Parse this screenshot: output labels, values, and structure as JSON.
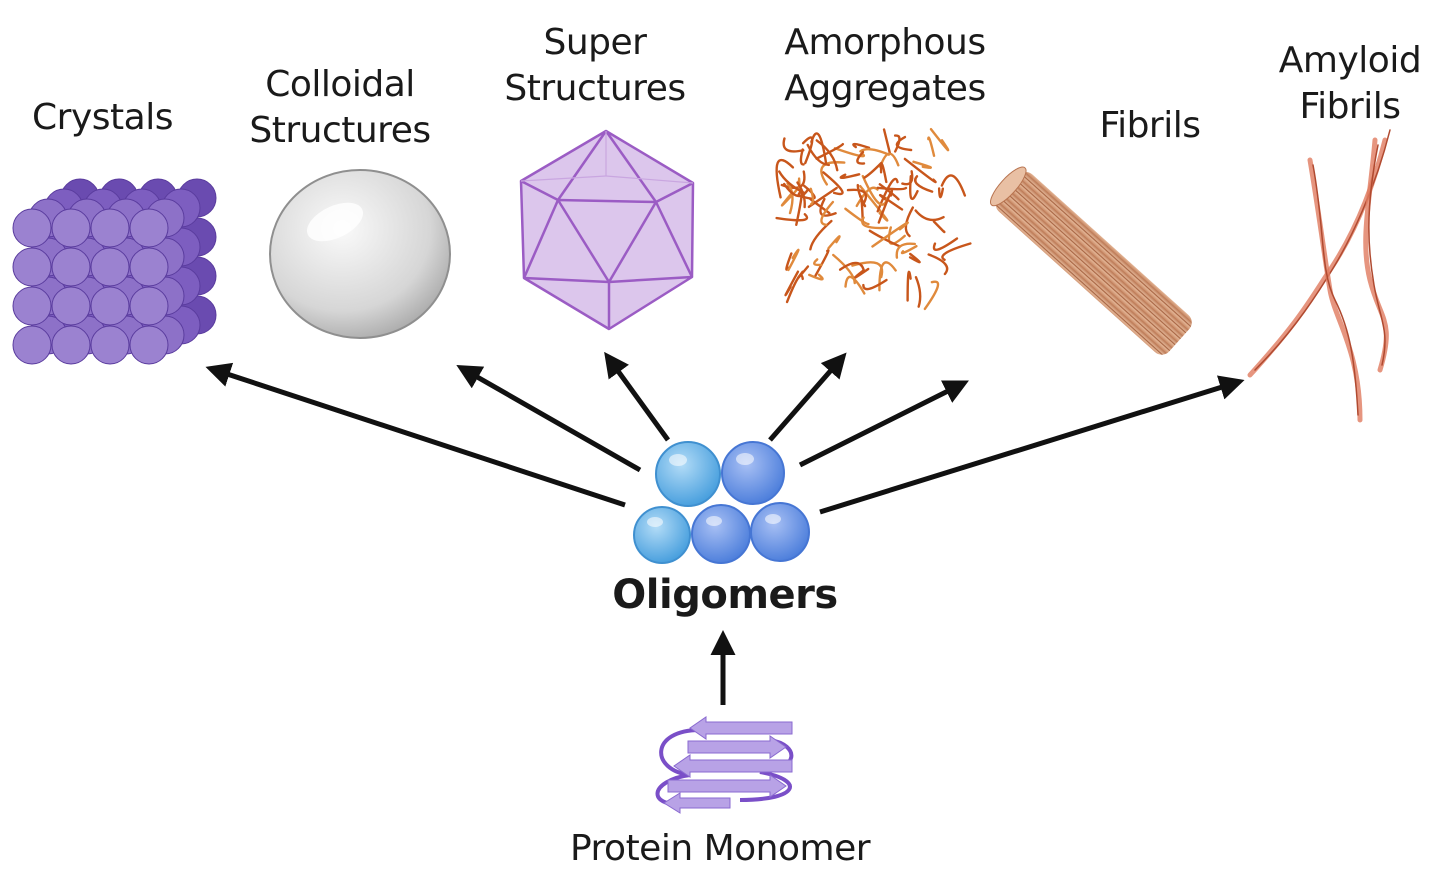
{
  "diagram": {
    "source": {
      "label": "Protein Monomer"
    },
    "hub": {
      "label": "Oligomers"
    },
    "products": [
      {
        "id": "crystals",
        "label_lines": [
          "Crystals"
        ]
      },
      {
        "id": "colloidal",
        "label_lines": [
          "Colloidal",
          "Structures"
        ]
      },
      {
        "id": "super",
        "label_lines": [
          "Super",
          "Structures"
        ]
      },
      {
        "id": "amorphous",
        "label_lines": [
          "Amorphous",
          "Aggregates"
        ]
      },
      {
        "id": "fibrils",
        "label_lines": [
          "Fibrils"
        ]
      },
      {
        "id": "amyloid",
        "label_lines": [
          "Amyloid",
          "Fibrils"
        ]
      }
    ],
    "colors": {
      "crystal": "#9b82d0",
      "crystal_dark": "#6a4bb0",
      "colloid": "#d9d9d9",
      "icosahedron": "#d9c4ea",
      "icosahedron_edge": "#9b5cc4",
      "amorphous": "#c8561b",
      "fibril": "#d9a080",
      "amyloid": "#e07a5f",
      "oligomer_light": "#6fb3e6",
      "oligomer_dark": "#5b8fe0",
      "monomer": "#a88fdc",
      "arrow": "#111111"
    }
  }
}
